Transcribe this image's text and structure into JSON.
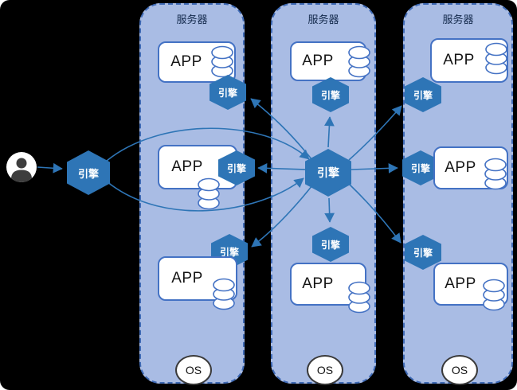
{
  "colors": {
    "background": "#000000",
    "panel_fill": "#a9bce4",
    "panel_border": "#3f6ab5",
    "app_box_border": "#4472c4",
    "hexagon_fill": "#2e75b6",
    "arrow": "#2e75b6",
    "engine_text": "#ffffff"
  },
  "icons": {
    "user": "person-icon",
    "database": "database-icon"
  },
  "gateway": {
    "engine": "引擎"
  },
  "servers": [
    {
      "title": "服务器",
      "os": "OS",
      "apps": [
        {
          "label": "APP",
          "engine": "引擎"
        },
        {
          "label": "APP",
          "engine": "引擎"
        },
        {
          "label": "APP",
          "engine": "引擎"
        }
      ]
    },
    {
      "title": "服务器",
      "os": "OS",
      "hub_engine": "引擎",
      "apps": [
        {
          "label": "APP",
          "engine": "引擎"
        },
        {
          "label": "APP",
          "engine": "引擎"
        }
      ]
    },
    {
      "title": "服务器",
      "os": "OS",
      "apps": [
        {
          "label": "APP",
          "engine": "引擎"
        },
        {
          "label": "APP",
          "engine": "引擎"
        },
        {
          "label": "APP",
          "engine": "引擎"
        }
      ]
    }
  ]
}
